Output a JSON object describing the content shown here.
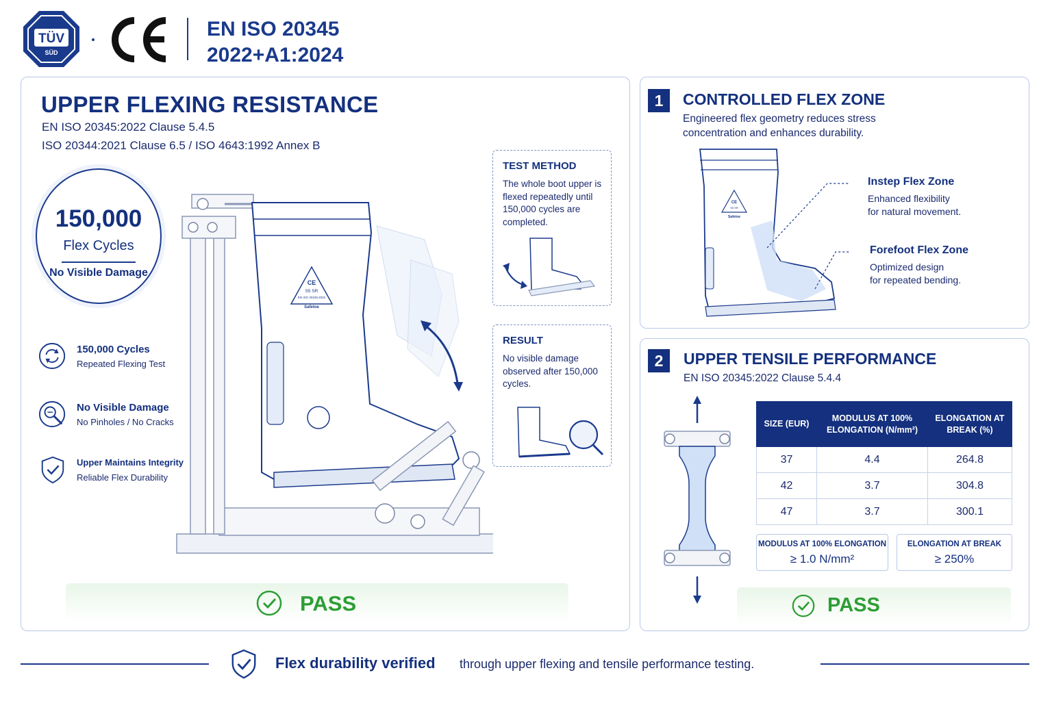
{
  "header": {
    "tuv_logo_text": "TÜV",
    "tuv_logo_subtext": "SÜD",
    "ce_mark": "CE",
    "standard_line1": "EN ISO 20345",
    "standard_line2": "2022+A1:2024"
  },
  "flexing": {
    "title": "UPPER FLEXING RESISTANCE",
    "clause1": "EN ISO 20345:2022 Clause 5.4.5",
    "clause2": "ISO 20344:2021 Clause 6.5 / ISO 4643:1992 Annex B",
    "badge": {
      "number": "150,000",
      "label": "Flex Cycles",
      "note": "No Visible Damage"
    },
    "features": [
      {
        "icon": "cycle-arrows-icon",
        "title": "150,000 Cycles",
        "subtitle": "Repeated Flexing Test"
      },
      {
        "icon": "magnifier-icon",
        "title": "No Visible Damage",
        "subtitle": "No Pinholes / No Cracks"
      },
      {
        "icon": "shield-check-icon",
        "title": "Upper Maintains Integrity",
        "subtitle": "Reliable Flex Durability"
      }
    ],
    "boot_label": {
      "ce": "CE",
      "class": "S5 SR",
      "standard": "EN ISO 20345:2022",
      "brand": "Safetoe"
    },
    "test_method": {
      "title": "TEST METHOD",
      "body": "The whole boot upper is flexed repeatedly until 150,000 cycles are completed."
    },
    "result": {
      "title": "RESULT",
      "body": "No visible damage observed after 150,000 cycles."
    },
    "pass": "PASS"
  },
  "flex_zone": {
    "number": "1",
    "title": "CONTROLLED FLEX ZONE",
    "description": "Engineered flex geometry reduces stress concentration and enhances durability.",
    "boot_label": {
      "ce": "CE",
      "class": "S5 SR",
      "brand": "Safetoe"
    },
    "zones": [
      {
        "title": "Instep Flex Zone",
        "line1": "Enhanced flexibility",
        "line2": "for natural movement."
      },
      {
        "title": "Forefoot Flex Zone",
        "line1": "Optimized design",
        "line2": "for repeated bending."
      }
    ]
  },
  "tensile": {
    "number": "2",
    "title": "UPPER TENSILE PERFORMANCE",
    "clause": "EN ISO 20345:2022 Clause 5.4.4",
    "table": {
      "headers": [
        "SIZE (EUR)",
        "MODULUS AT 100% ELONGATION (N/mm²)",
        "ELONGATION AT BREAK (%)"
      ],
      "rows": [
        [
          "37",
          "4.4",
          "264.8"
        ],
        [
          "42",
          "3.7",
          "304.8"
        ],
        [
          "47",
          "3.7",
          "300.1"
        ]
      ]
    },
    "requirements": [
      {
        "label": "MODULUS AT 100% ELONGATION",
        "value": "≥ 1.0 N/mm²"
      },
      {
        "label": "ELONGATION AT BREAK",
        "value": "≥ 250%"
      }
    ],
    "pass": "PASS"
  },
  "footer": {
    "bold": "Flex durability verified",
    "normal": "through upper flexing and tensile performance testing."
  },
  "colors": {
    "navy": "#14307e",
    "pass_green": "#2d9e35",
    "light_blue": "#cfe0f7"
  }
}
